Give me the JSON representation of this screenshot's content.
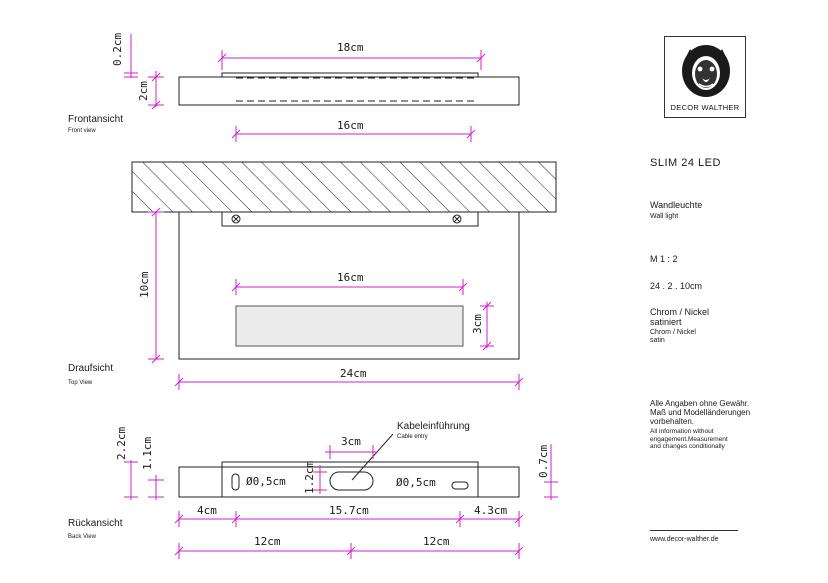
{
  "product": {
    "name": "SLIM 24 LED",
    "type_de": "Wandleuchte",
    "type_en": "Wall light",
    "scale": "M 1 : 2",
    "dimensions": "24 . 2 . 10cm",
    "finish_de_1": "Chrom / Nickel",
    "finish_de_2": "satiniert",
    "finish_en_1": "Chrom / Nickel",
    "finish_en_2": "satin"
  },
  "disclaimer": {
    "de": [
      "Alle Angaben ohne Gewähr.",
      "Maß und Modelländerungen",
      "vorbehalten."
    ],
    "en": [
      "All information without",
      "engagement.Measurement",
      "and changes conditionally"
    ]
  },
  "brand": {
    "name": "DECOR WALTHER",
    "website": "www.decor-walther.de"
  },
  "views": {
    "front": {
      "title": "Frontansicht",
      "subtitle": "Front view"
    },
    "top": {
      "title": "Draufsicht",
      "subtitle": "Top View"
    },
    "back": {
      "title": "Rückansicht",
      "subtitle": "Back View",
      "cable_entry_title": "Kabeleinführung",
      "cable_entry_subtitle": "Cable entry"
    }
  },
  "dimensions": {
    "front_width_top": "18cm",
    "front_gap": "0.2cm",
    "front_height": "2cm",
    "front_width_bottom": "16cm",
    "top_depth": "10cm",
    "top_window_width": "16cm",
    "top_window_height": "3cm",
    "top_total_width": "24cm",
    "back_height_total": "2.2cm",
    "back_height_inner": "1.1cm",
    "slot_width": "3cm",
    "slot_height": "1.2cm",
    "hole_left": "Ø0,5cm",
    "hole_right": "Ø0,5cm",
    "back_right_offset": "0.7cm",
    "back_left_margin": "4cm",
    "back_center_span": "15.7cm",
    "back_right_margin": "4.3cm",
    "back_half_left": "12cm",
    "back_half_right": "12cm"
  },
  "colors": {
    "dimension": "#cc22cc",
    "line": "#222222"
  }
}
